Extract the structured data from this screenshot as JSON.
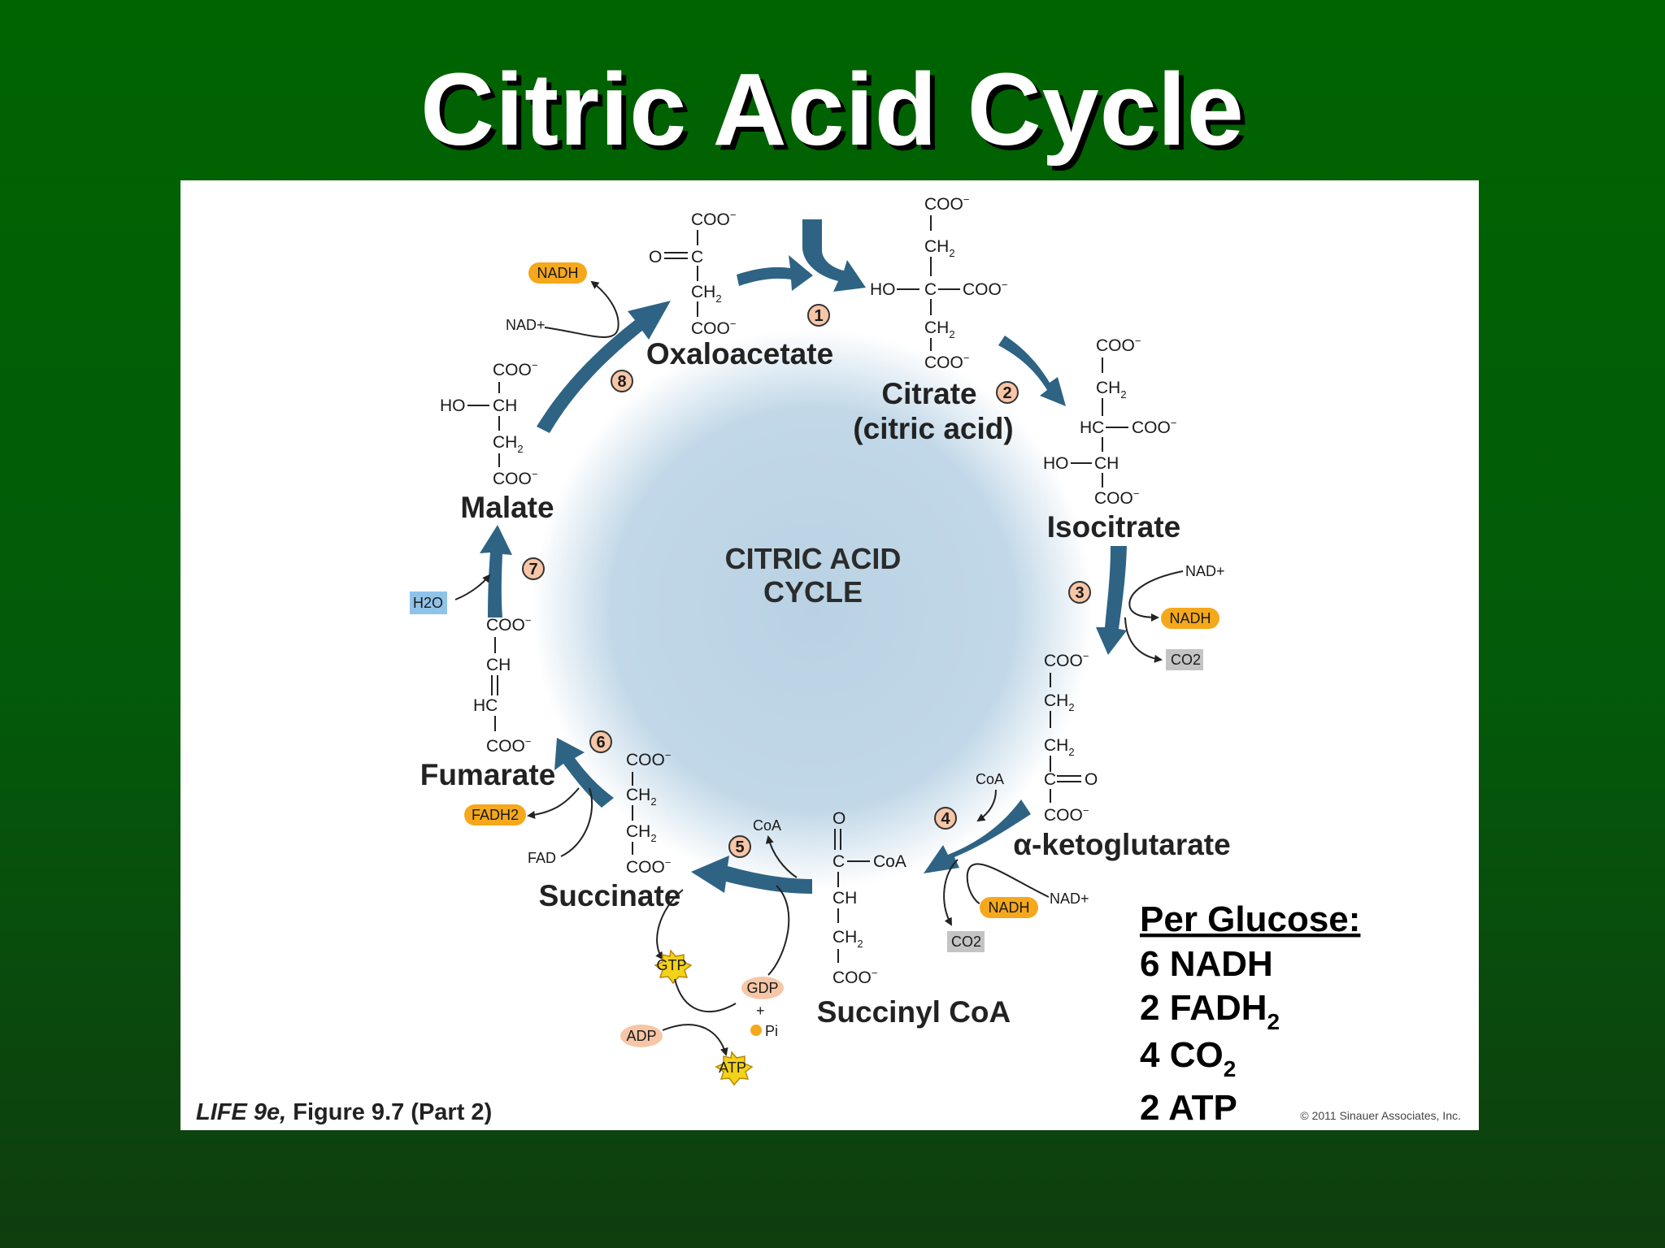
{
  "slide": {
    "title": "Citric Acid Cycle"
  },
  "colors": {
    "background_green": "#006400",
    "cycle_arrow_blue": "#2e6384",
    "center_disc_blue": "#b9d2e3",
    "nadh_pill_orange": "#f5a81c",
    "co2_box_gray": "#c4c4c4",
    "h2o_box_blue": "#8fc3e8",
    "step_circle_peach": "#f6c6a6",
    "atp_star_yellow": "#f3d21a"
  },
  "diagram": {
    "center_label_line1": "CITRIC ACID",
    "center_label_line2": "CYCLE",
    "molecules": {
      "oxaloacetate": "Oxaloacetate",
      "citrate": "Citrate",
      "citrate_alt": "(citric acid)",
      "isocitrate": "Isocitrate",
      "alpha_ketoglutarate": "α-ketoglutarate",
      "succinyl_coa": "Succinyl CoA",
      "succinate": "Succinate",
      "fumarate": "Fumarate",
      "malate": "Malate"
    },
    "steps": [
      "1",
      "2",
      "3",
      "4",
      "5",
      "6",
      "7",
      "8"
    ],
    "cofactors": {
      "nadh": "NADH",
      "nad_plus": "NAD+",
      "co2": "CO2",
      "coa": "CoA",
      "fadh2": "FADH2",
      "fad": "FAD",
      "h2o": "H2O",
      "gtp": "GTP",
      "gdp": "GDP",
      "adp": "ADP",
      "atp": "ATP",
      "pi": "Pi",
      "plus": "+"
    }
  },
  "summary": {
    "heading": "Per Glucose:",
    "lines": [
      {
        "count": "6",
        "molecule": "NADH",
        "sub": ""
      },
      {
        "count": "2",
        "molecule": "FADH",
        "sub": "2"
      },
      {
        "count": "4",
        "molecule": "CO",
        "sub": "2"
      },
      {
        "count": "2",
        "molecule": "ATP",
        "sub": ""
      }
    ]
  },
  "footer": {
    "credit_book": "LIFE 9e,",
    "credit_figure": "Figure 9.7 (Part 2)",
    "copyright": "© 2011 Sinauer Associates, Inc."
  }
}
